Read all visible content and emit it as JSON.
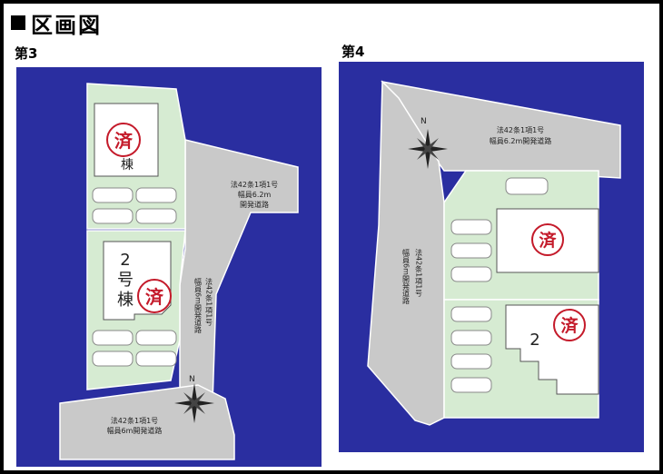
{
  "header": {
    "title": "区画図"
  },
  "phase3": {
    "label": "第3",
    "lot1": {
      "label": "棟",
      "stamp": "済"
    },
    "lot2": {
      "number": "2",
      "label_line1": "号",
      "label_line2": "棟",
      "stamp": "済"
    },
    "road_top": {
      "line1": "法42条1項1号",
      "line2": "幅員6.2m",
      "line3": "開発道路"
    },
    "road_vertical": {
      "col1": "法42条1項1号",
      "col2": "幅員6m開発道路"
    },
    "road_bottom": {
      "line1": "法42条1項1号",
      "line2": "幅員6m開発道路"
    },
    "compass": "N"
  },
  "phase4": {
    "label": "第4",
    "road_top": {
      "line1": "法42条1項1号",
      "line2": "幅員6.2m開発道路"
    },
    "road_vertical": {
      "col1": "法42条1項1号",
      "col2": "幅員6m開発道路"
    },
    "lot1": {
      "stamp": "済"
    },
    "lot2": {
      "number": "2",
      "stamp": "済"
    },
    "compass": "N"
  },
  "colors": {
    "background": "#2a2ea0",
    "lot": "#d6ebd2",
    "road": "#c9c9c9",
    "stamp": "#c41a2a"
  }
}
